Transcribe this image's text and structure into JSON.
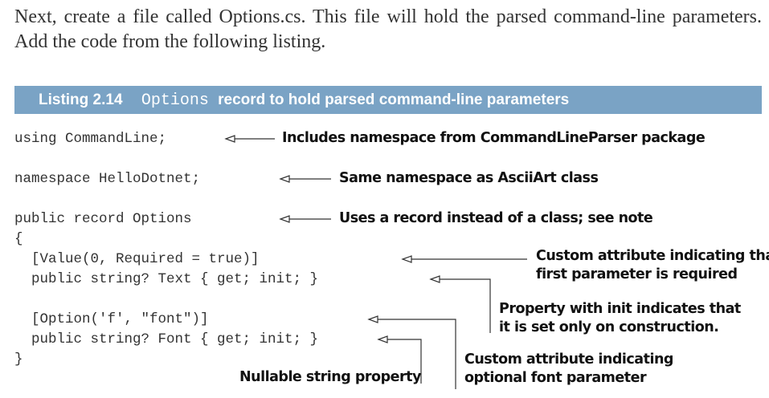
{
  "intro": {
    "text": "Next, create a file called Options.cs. This file will hold the parsed command-line parameters. Add the code from the following listing."
  },
  "listing": {
    "number": "Listing 2.14",
    "code_title": "Options",
    "title": "record to hold parsed command-line parameters"
  },
  "code_lines": [
    "using CommandLine;",
    "namespace HelloDotnet;",
    "public record Options",
    "{",
    "  [Value(0, Required = true)]",
    "  public string? Text { get; init; }",
    "  [Option('f', \"font\")]",
    "  public string? Font { get; init; }",
    "}"
  ],
  "annotations": {
    "a1": "Includes namespace from CommandLineParser package",
    "a2": "Same namespace as AsciiArt class",
    "a3": "Uses a record instead of a class; see note",
    "a4_line1": "Custom attribute indicating that",
    "a4_line2": "first parameter is required",
    "a5_line1": "Property with init indicates that",
    "a5_line2": "it is set only on construction.",
    "a6_line1": "Custom attribute indicating",
    "a6_line2": "optional font parameter",
    "a7": "Nullable string property"
  }
}
